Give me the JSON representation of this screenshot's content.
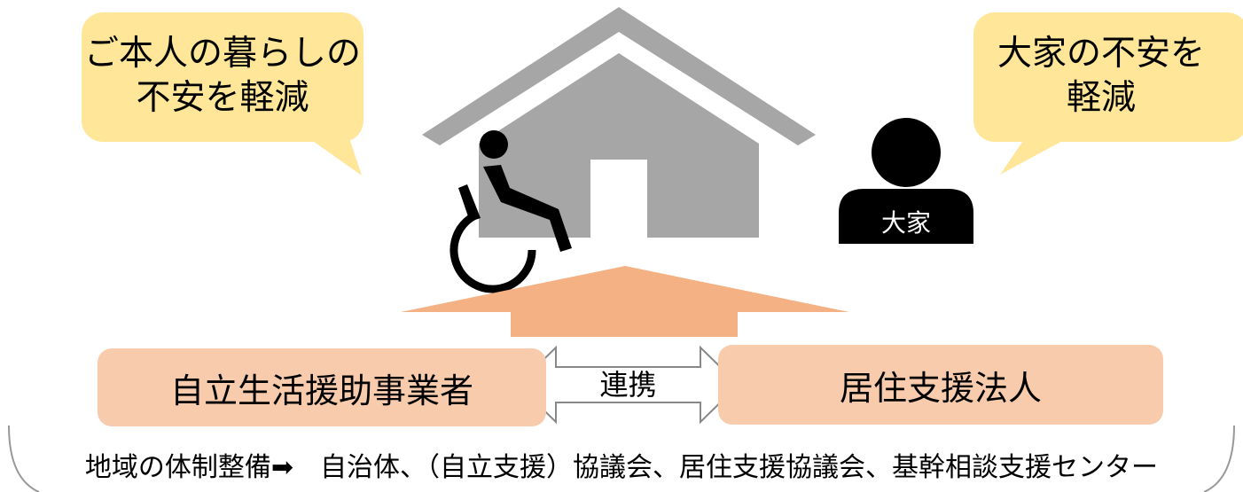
{
  "bubble_left": {
    "lines": [
      "ご本人の暮らしの",
      "不安を軽減"
    ]
  },
  "bubble_right": {
    "lines": [
      "大家の不安を",
      "軽減"
    ]
  },
  "landlord": {
    "label": "大家"
  },
  "boxes": {
    "left": "自立生活援助事業者",
    "right": "居住支援法人",
    "center": "連携"
  },
  "footer": {
    "text": "地域の体制整備➡　自治体、（自立支援）協議会、居住支援協議会、基幹相談支援センター"
  },
  "colors": {
    "bubble": "#FFE699",
    "house": "#A6A6A6",
    "arrow": "#F4B183",
    "box": "#F8CBAD",
    "figure": "#000000"
  }
}
